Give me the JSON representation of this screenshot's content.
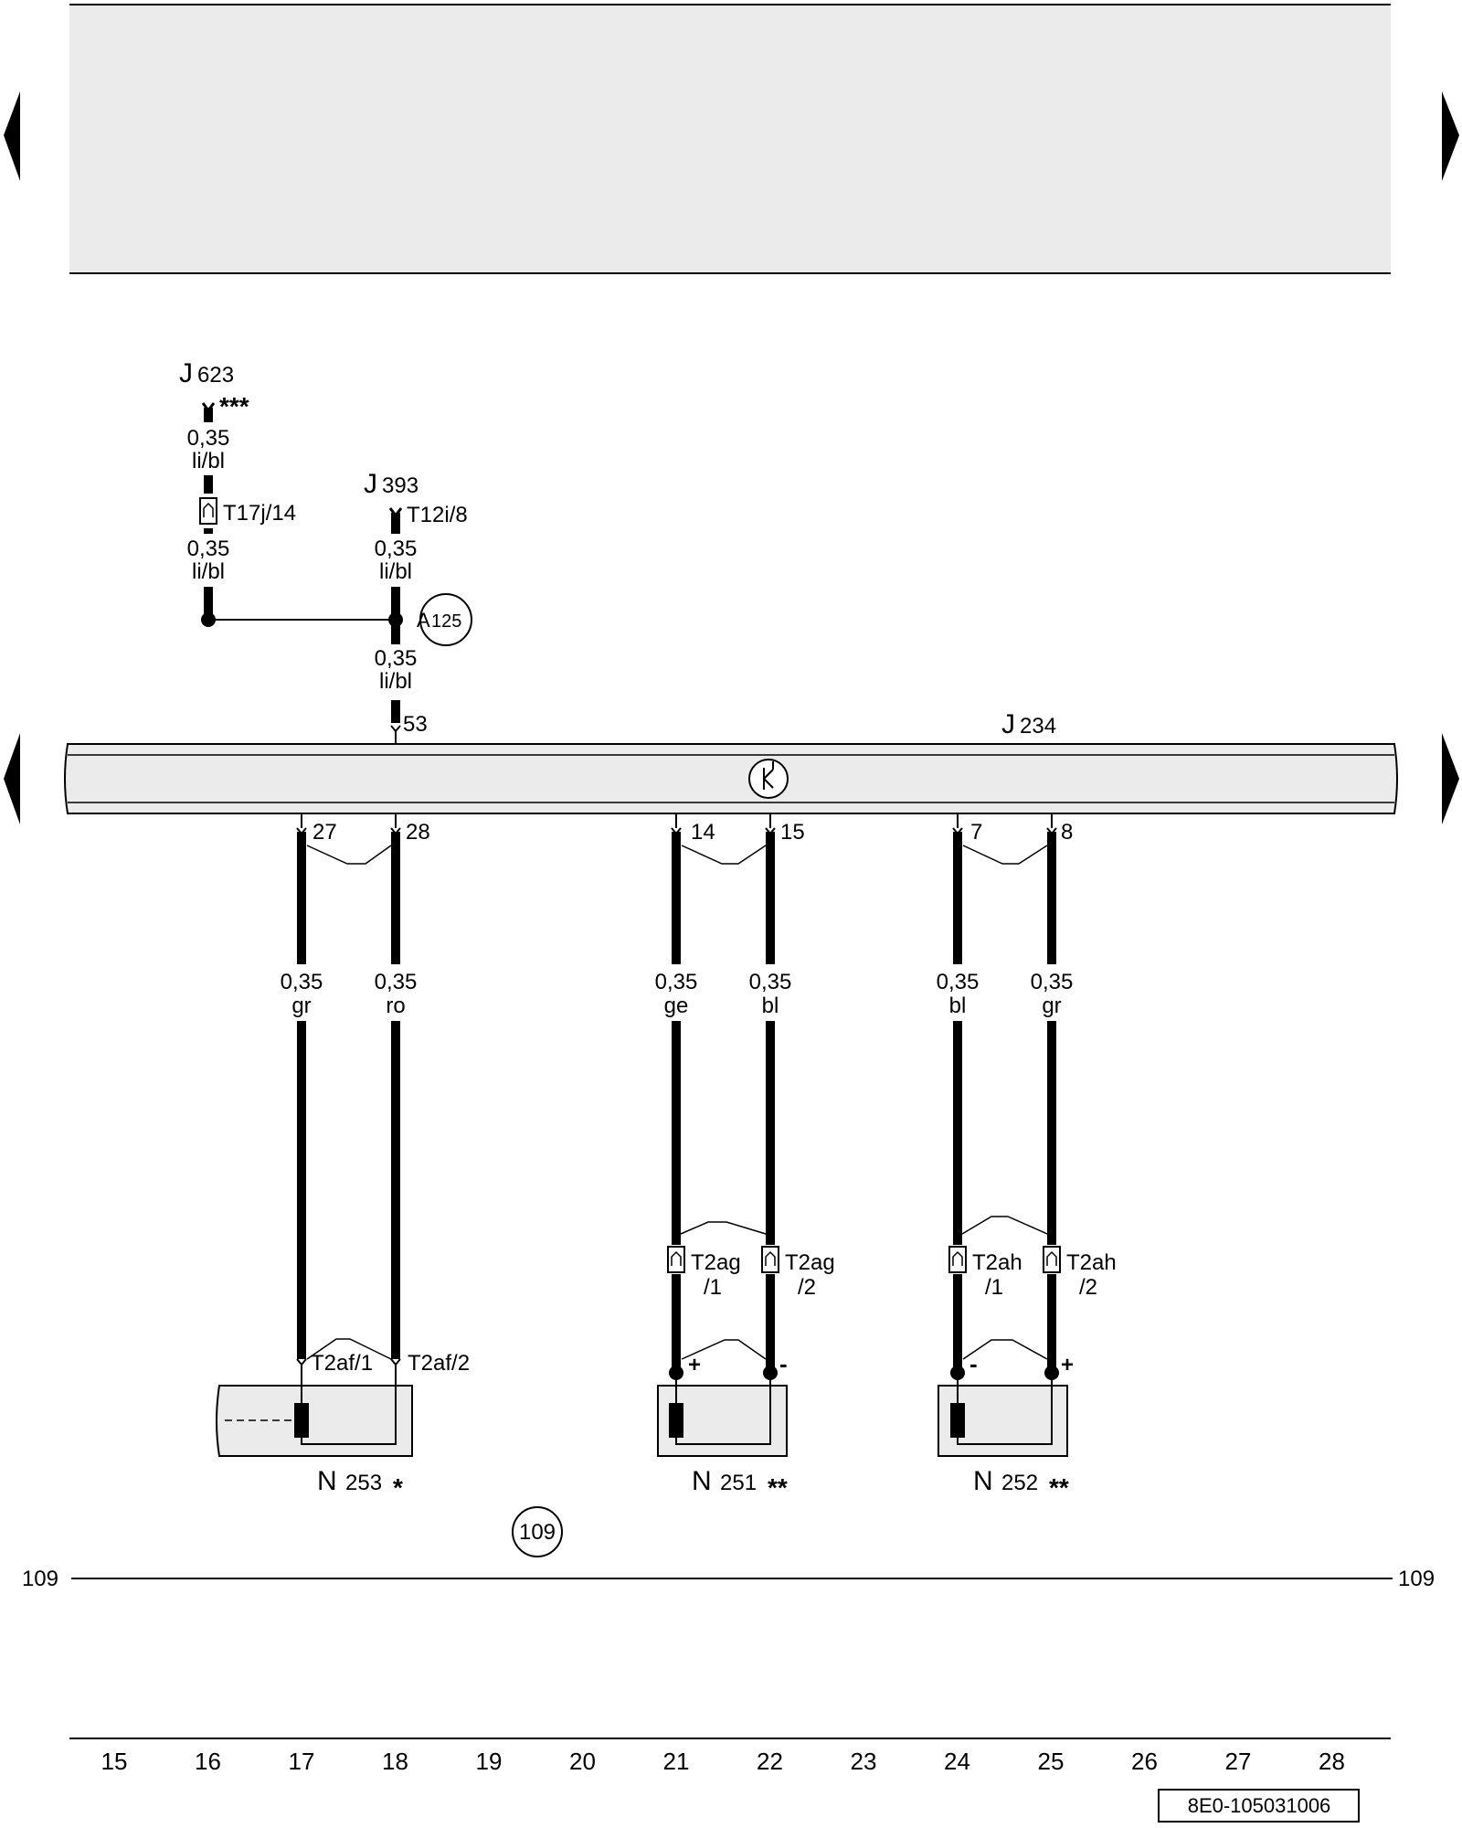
{
  "components": {
    "j623": {
      "letter": "J",
      "num": "623",
      "mark": "***"
    },
    "j393": {
      "letter": "J",
      "num": "393"
    },
    "j234": {
      "letter": "J",
      "num": "234"
    },
    "n253": {
      "letter": "N",
      "num": "253",
      "mark": "*"
    },
    "n251": {
      "letter": "N",
      "num": "251",
      "mark": "**"
    },
    "n252": {
      "letter": "N",
      "num": "252",
      "mark": "**"
    }
  },
  "connectors": {
    "t17j": "T17j/14",
    "t12i": "T12i/8",
    "t2af1": "T2af/1",
    "t2af2": "T2af/2",
    "t2ag1a": "T2ag",
    "t2ag1b": "/1",
    "t2ag2a": "T2ag",
    "t2ag2b": "/2",
    "t2ah1a": "T2ah",
    "t2ah1b": "/1",
    "t2ah2a": "T2ah",
    "t2ah2b": "/2"
  },
  "pins": {
    "p53": "53",
    "p27": "27",
    "p28": "28",
    "p14": "14",
    "p15": "15",
    "p7": "7",
    "p8": "8"
  },
  "polarity": {
    "n251_1": "+",
    "n251_2": "-",
    "n252_1": "-",
    "n252_2": "+"
  },
  "wires": {
    "w1": {
      "size": "0,35",
      "color": "li/bl"
    },
    "w2": {
      "size": "0,35",
      "color": "li/bl"
    },
    "w3": {
      "size": "0,35",
      "color": "li/bl"
    },
    "w4": {
      "size": "0,35",
      "color": "li/bl"
    },
    "w17": {
      "size": "0,35",
      "color": "gr"
    },
    "w18": {
      "size": "0,35",
      "color": "ro"
    },
    "w21": {
      "size": "0,35",
      "color": "ge"
    },
    "w22": {
      "size": "0,35",
      "color": "bl"
    },
    "w24": {
      "size": "0,35",
      "color": "bl"
    },
    "w25": {
      "size": "0,35",
      "color": "gr"
    }
  },
  "refs": {
    "a125_letter": "A",
    "a125_num": "125",
    "circle109": "109",
    "ground_left": "109",
    "ground_right": "109"
  },
  "columns": [
    "15",
    "16",
    "17",
    "18",
    "19",
    "20",
    "21",
    "22",
    "23",
    "24",
    "25",
    "26",
    "27",
    "28"
  ],
  "doc_id": "8E0-105031006",
  "nav_icons": [
    "nav-left-arrow-icon",
    "nav-right-arrow-icon"
  ]
}
